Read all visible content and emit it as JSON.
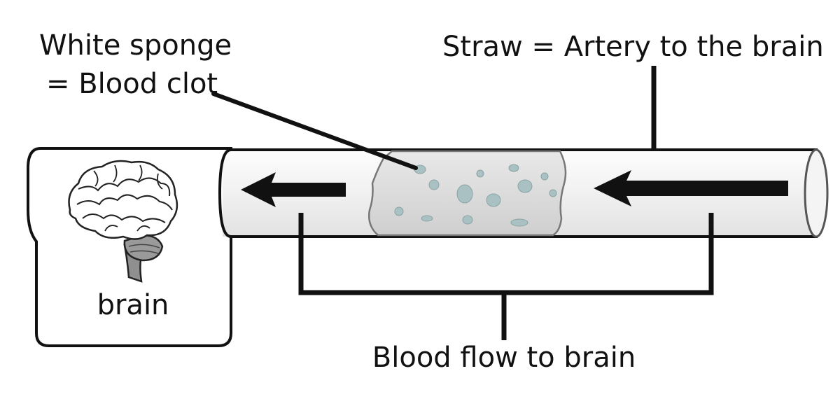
{
  "labels": {
    "sponge_line1": "White sponge",
    "sponge_line2": "= Blood clot",
    "straw": "Straw = Artery to the brain",
    "brain": "brain",
    "flow": "Blood flow to brain"
  },
  "colors": {
    "outline": "#111111",
    "tube_fill": "#f7f7f7",
    "tube_shade": "#e6e6e6",
    "sponge_fill": "#dcdcdc",
    "sponge_spots": "#a9c1c2",
    "brain_shade": "#8f8f8f"
  },
  "icons": {
    "brain": "brain-icon",
    "arrows": "arrow-left-icon"
  }
}
